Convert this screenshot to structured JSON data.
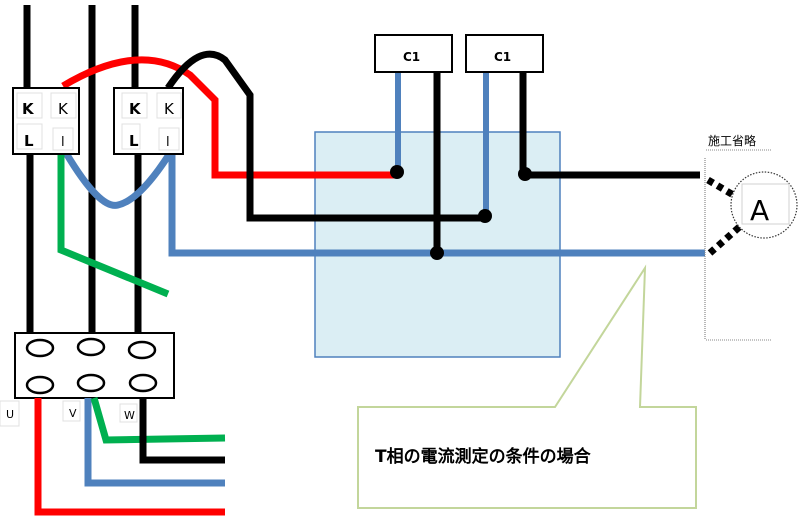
{
  "diagram": {
    "ct_left": {
      "k_primary": "K",
      "k_secondary": "K",
      "l_primary": "L",
      "l_secondary": "l"
    },
    "ct_right": {
      "k_primary": "K",
      "k_secondary": "K",
      "l_primary": "L",
      "l_secondary": "l"
    },
    "c1_left_label": "C1",
    "c1_right_label": "C1",
    "omitted_label": "施工省略",
    "ammeter_label": "A",
    "terminal_labels": {
      "u": "U",
      "v": "V",
      "w": "W"
    },
    "callout_text": "T相の電流測定の条件の場合",
    "colors": {
      "red": "#ff0000",
      "black": "#000000",
      "blue": "#4f81bd",
      "green": "#00b050",
      "panel_fill": "#dbeef4",
      "panel_border": "#4f81bd",
      "callout_border": "#c3d69b"
    }
  }
}
